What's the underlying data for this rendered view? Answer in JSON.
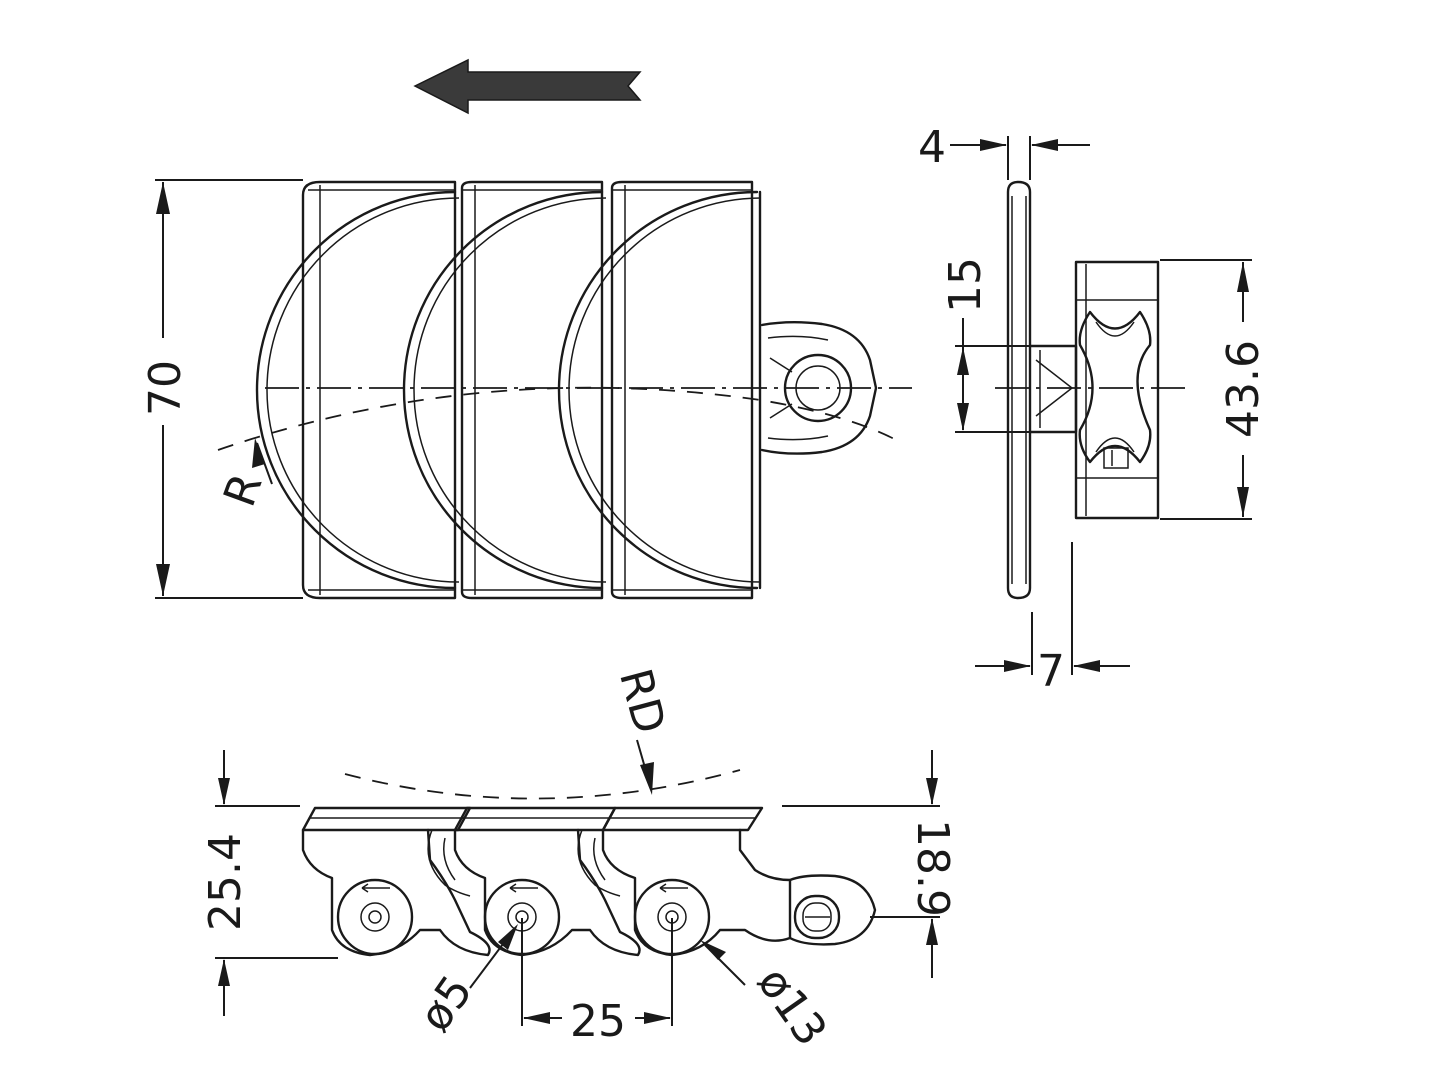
{
  "colors": {
    "line": "#1a1a1a",
    "arrow_fill": "#3a3a3a",
    "background": "#ffffff"
  },
  "dimensions": {
    "height_70": "70",
    "radius_R": "R",
    "thickness_4": "4",
    "height_15": "15",
    "height_43_6": "43.6",
    "offset_7": "7",
    "radius_RD": "RD",
    "height_25_4": "25.4",
    "height_18_9": "18.9",
    "hole_d5": "ø5",
    "pitch_25": "25",
    "pin_d13": "ø13"
  }
}
